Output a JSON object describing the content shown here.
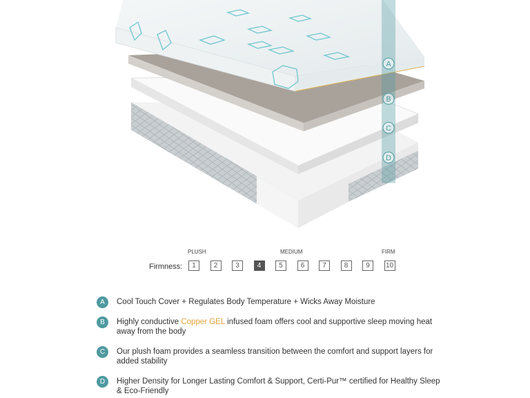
{
  "illustration": {
    "layer_markers": [
      "A",
      "B",
      "C",
      "D"
    ],
    "accent_color": "#4e9aa0"
  },
  "firmness": {
    "label": "Firmness:",
    "scale_labels": {
      "plush": "PLUSH",
      "medium": "MEDIUM",
      "firm": "FIRM"
    },
    "levels": [
      "1",
      "2",
      "3",
      "4",
      "5",
      "6",
      "7",
      "8",
      "9",
      "10"
    ],
    "selected": 4
  },
  "features": [
    {
      "marker": "A",
      "text": "Cool Touch Cover + Regulates Body Temperature + Wicks Away Moisture"
    },
    {
      "marker": "B",
      "before": "Highly conductive ",
      "highlight": "Copper GEL",
      "after": " infused foam offers cool and supportive sleep moving heat away from the body",
      "highlight_color": "#e5a23a"
    },
    {
      "marker": "C",
      "text": "Our plush foam provides a seamless transition between the comfort and support layers for added stability"
    },
    {
      "marker": "D",
      "text": "Higher Density for Longer Lasting Comfort & Support, Certi-Pur™ certified for Healthy Sleep & Eco-Friendly"
    }
  ]
}
